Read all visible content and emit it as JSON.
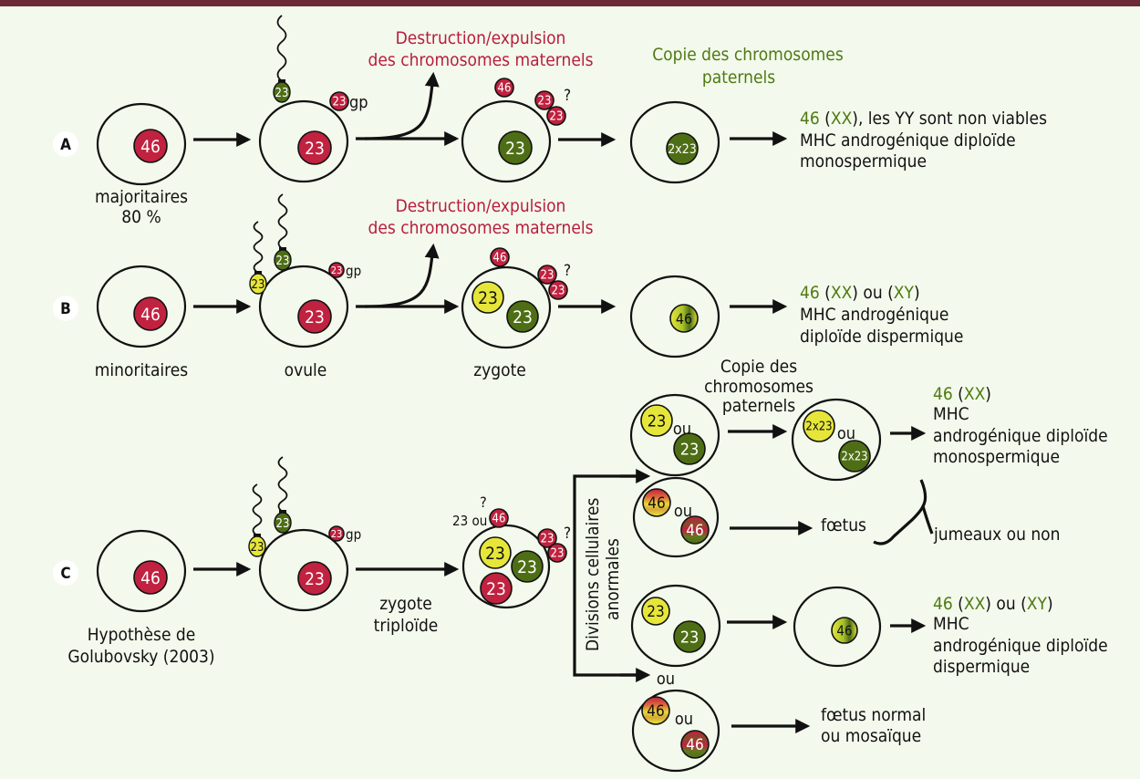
{
  "colors": {
    "background": "#f3f9ec",
    "top_bar": "#6b2a35",
    "maternal_red": "#c0223f",
    "paternal_green": "#4e6e15",
    "paternal_yellow": "#e6e63a",
    "red_text": "#b81d3d",
    "green_text": "#4e7a12",
    "ink": "#111111"
  },
  "rows": {
    "A": {
      "label": "A",
      "cell1_num": "46",
      "cell1_caption": [
        "majoritaires",
        "80 %"
      ],
      "sperm_num": "23",
      "polar_num": "23",
      "polar_suffix": "gp",
      "ovule_num": "23",
      "destruction_text": [
        "Destruction/expulsion",
        "des chromosomes maternels"
      ],
      "expelled": [
        "46",
        "23",
        "23"
      ],
      "question": "?",
      "zygote_num": "23",
      "copy_text": [
        "Copie des chromosomes",
        "paternels"
      ],
      "copied_num": "2x23",
      "result": {
        "num": "46",
        "karyo": "XX",
        "rest": ", les",
        "yy": "YY",
        "rest2": " sont non viables",
        "line2": "MHC androgénique diploïde",
        "line3": "monospermique"
      }
    },
    "B": {
      "label": "B",
      "cell1_num": "46",
      "cell1_caption": "minoritaires",
      "sperm_yellow_num": "23",
      "sperm_green_num": "23",
      "polar_num": "23",
      "polar_suffix": "gp",
      "ovule_num": "23",
      "ovule_caption": "ovule",
      "destruction_text": [
        "Destruction/expulsion",
        "des chromosomes maternels"
      ],
      "expelled": [
        "46",
        "23",
        "23"
      ],
      "question": "?",
      "zygote_nums": [
        "23",
        "23"
      ],
      "zygote_caption": "zygote",
      "fused_num": "46",
      "result": {
        "num": "46",
        "karyo1": "XX",
        "or": " ou ",
        "karyo2": "XY",
        "line2": "MHC androgénique",
        "line3": "diploïde dispermique"
      }
    },
    "C": {
      "label": "C",
      "cell1_num": "46",
      "cell1_caption": [
        "Hypothèse de",
        "Golubovsky (2003)"
      ],
      "sperm_yellow_num": "23",
      "sperm_green_num": "23",
      "polar_num": "23",
      "polar_suffix": "gp",
      "ovule_num": "23",
      "zygote_caption": [
        "zygote",
        "triploïde"
      ],
      "zygote_polar_text": "23 ou",
      "zygote_polar_num": "46",
      "question": "?",
      "expelled": [
        "23",
        "23"
      ],
      "zygote_nums": [
        "23",
        "23",
        "23"
      ],
      "divisions_text": [
        "Divisions cellulaires",
        "anormales"
      ],
      "ou": "ou",
      "branch1": {
        "nums": [
          "23",
          "23"
        ],
        "copy_text": [
          "Copie des",
          "chromosomes",
          "paternels"
        ],
        "copied_nums": [
          "2x23",
          "2x23"
        ],
        "result": {
          "num": "46",
          "karyo": "XX",
          "line2": "MHC",
          "line3": "androgénique diploïde",
          "line4": "monospermique"
        }
      },
      "branch2": {
        "nums": [
          "46",
          "46"
        ],
        "result": "fœtus",
        "twins": "jumeaux ou non"
      },
      "branch3": {
        "nums": [
          "23",
          "23"
        ],
        "fused_num": "46",
        "result": {
          "num": "46",
          "karyo1": "XX",
          "or": " ou ",
          "karyo2": "XY",
          "line2": "MHC",
          "line3": "androgénique diploïde",
          "line4": "dispermique"
        }
      },
      "branch4": {
        "nums": [
          "46",
          "46"
        ],
        "result": [
          "fœtus normal",
          "ou mosaïque"
        ]
      }
    }
  }
}
